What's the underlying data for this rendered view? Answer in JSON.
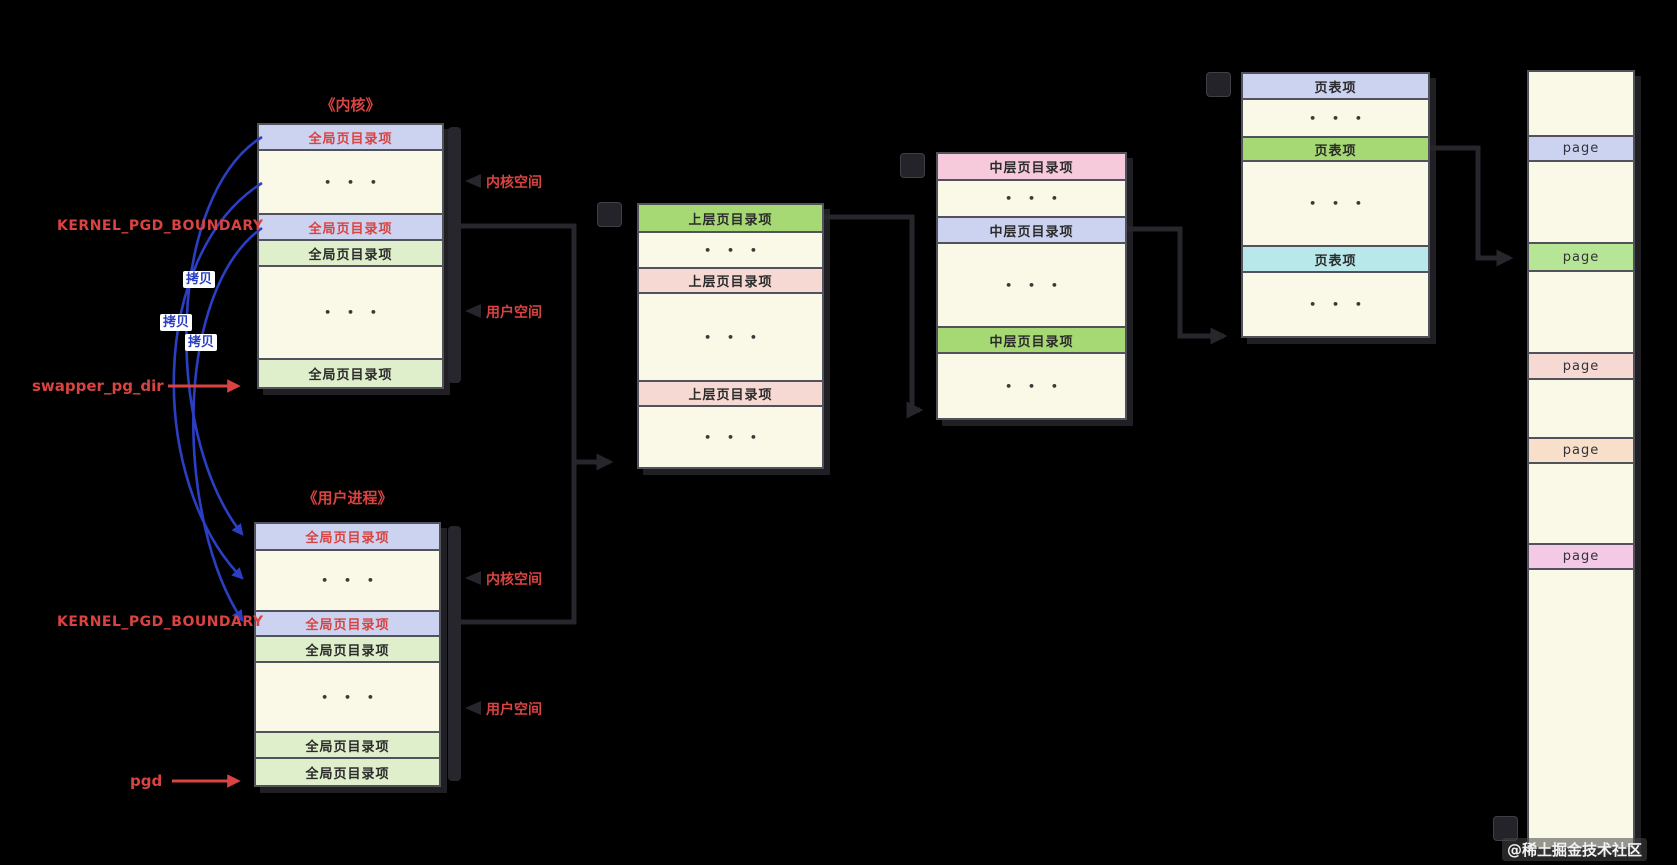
{
  "watermark": "@稀土掘金技术社区",
  "labels": {
    "kernel_pgd_boundary": "KERNEL_PGD_BOUNDARY",
    "swapper_pg_dir": "swapper_pg_dir",
    "pgd": "pgd",
    "kernel_space": "内核空间",
    "user_space": "用户空间",
    "copy": "拷贝"
  },
  "colors": {
    "background": "#000000",
    "red_accent": "#d94341",
    "title_red": "#e04545",
    "blue_arrow": "#2b3fc4",
    "connector": "#26262c",
    "row_purple": "#ccd3f0",
    "row_green_pale": "#dfeecb",
    "row_green_bright": "#a6d873",
    "row_pink_pale": "#f7d9d3",
    "row_pink": "#f6c9db",
    "row_cyan": "#b9e8ea",
    "row_cream": "#faf8e6",
    "row_peach": "#f8dfc9",
    "row_magenta": "#f3c9e6",
    "page_green": "#b7e596"
  },
  "tables": {
    "kernel_table": {
      "title": "《内核》",
      "rows": [
        {
          "text": "全局页目录项",
          "bg": "row_purple",
          "fg": "red"
        },
        {
          "dots": true
        },
        {
          "text": "全局页目录项",
          "bg": "row_purple",
          "fg": "red"
        },
        {
          "text": "全局页目录项",
          "bg": "row_green_pale"
        },
        {
          "dots": true
        },
        {
          "text": "全局页目录项",
          "bg": "row_green_pale"
        }
      ]
    },
    "process_table": {
      "title": "《用户进程》",
      "rows": [
        {
          "text": "全局页目录项",
          "bg": "row_purple",
          "fg": "red"
        },
        {
          "dots": true
        },
        {
          "text": "全局页目录项",
          "bg": "row_purple",
          "fg": "red"
        },
        {
          "text": "全局页目录项",
          "bg": "row_green_pale"
        },
        {
          "dots": true
        },
        {
          "text": "全局页目录项",
          "bg": "row_green_pale"
        },
        {
          "text": "全局页目录项",
          "bg": "row_green_pale"
        }
      ]
    },
    "pud_table": {
      "title": "",
      "rows": [
        {
          "text": "上层页目录项",
          "bg": "row_green_bright"
        },
        {
          "dots": true
        },
        {
          "text": "上层页目录项",
          "bg": "row_pink_pale"
        },
        {
          "dots": true
        },
        {
          "text": "上层页目录项",
          "bg": "row_pink_pale"
        },
        {
          "dots": true
        }
      ]
    },
    "pmd_table": {
      "title": "",
      "rows": [
        {
          "text": "中层页目录项",
          "bg": "row_pink"
        },
        {
          "dots": true
        },
        {
          "text": "中层页目录项",
          "bg": "row_purple"
        },
        {
          "dots": true
        },
        {
          "text": "中层页目录项",
          "bg": "row_green_bright"
        },
        {
          "dots": true
        }
      ]
    },
    "pte_table": {
      "title": "",
      "rows": [
        {
          "text": "页表项",
          "bg": "row_purple"
        },
        {
          "dots": true
        },
        {
          "text": "页表项",
          "bg": "row_green_bright"
        },
        {
          "dots": true
        },
        {
          "text": "页表项",
          "bg": "row_cyan"
        },
        {
          "dots": true
        }
      ]
    },
    "page_column": {
      "title": "",
      "rows": [
        {
          "text": "",
          "bg": "row_cream"
        },
        {
          "text": "page",
          "bg": "row_purple"
        },
        {
          "text": "",
          "bg": "row_cream"
        },
        {
          "text": "page",
          "bg": "page_green"
        },
        {
          "text": "",
          "bg": "row_cream"
        },
        {
          "text": "page",
          "bg": "row_pink_pale"
        },
        {
          "text": "",
          "bg": "row_cream"
        },
        {
          "text": "page",
          "bg": "row_peach"
        },
        {
          "text": "",
          "bg": "row_cream"
        },
        {
          "text": "page",
          "bg": "row_magenta"
        },
        {
          "text": "",
          "bg": "row_cream"
        }
      ]
    }
  }
}
